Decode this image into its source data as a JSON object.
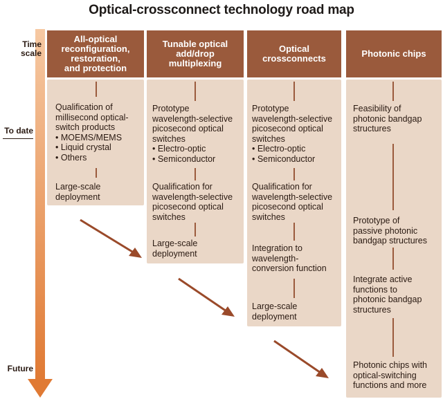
{
  "title": "Optical-crossconnect technology road map",
  "timeline": {
    "time_scale": "Time\nscale",
    "to_date": "To date",
    "future": "Future"
  },
  "columns": [
    {
      "header": "All-optical\nreconfiguration,\nrestoration,\nand protection",
      "items": [
        "Qualification of\nmillisecond optical-\nswitch products\n• MOEMS/MEMS\n• Liquid crystal\n• Others",
        "Large-scale\ndeployment"
      ]
    },
    {
      "header": "Tunable optical\nadd/drop\nmultiplexing",
      "items": [
        "Prototype\nwavelength-selective\npicosecond optical\nswitches\n• Electro-optic\n• Semiconductor",
        "Qualification for\nwavelength-selective\npicosecond optical\nswitches",
        "Large-scale\ndeployment"
      ]
    },
    {
      "header": "Optical\ncrossconnects",
      "items": [
        "Prototype\nwavelength-selective\npicosecond optical\nswitches\n• Electro-optic\n• Semiconductor",
        "Qualification for\nwavelength-selective\npicosecond optical\nswitches",
        "Integration to\nwavelength-\nconversion function",
        "Large-scale\ndeployment"
      ]
    },
    {
      "header": "Photonic chips",
      "items": [
        "Feasibility of\nphotonic bandgap\nstructures",
        "Prototype of\npassive photonic\nbandgap structures",
        "Integrate active\nfunctions to\nphotonic bandgap\nstructures",
        "Photonic chips with\noptical-switching\nfunctions and more"
      ]
    }
  ],
  "colors": {
    "header": "#9a5a3c",
    "panel": "#ead7c7",
    "arrow": "#9a4a2a",
    "timeline_arrow": "#e07a34"
  }
}
